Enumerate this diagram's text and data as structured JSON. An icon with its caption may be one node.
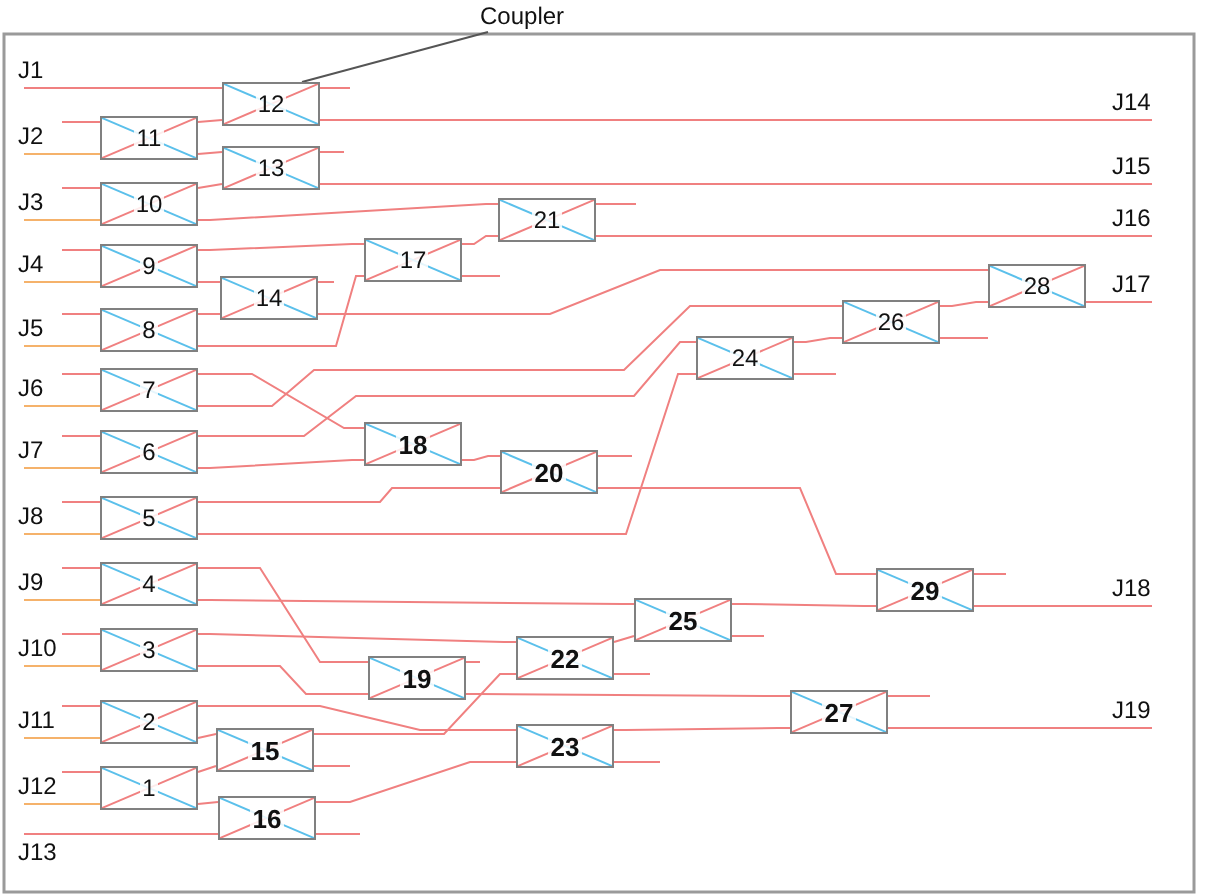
{
  "diagram": {
    "nodes": [
      {
        "text": [
          "Coupler"
        ]
      },
      {
        "text": [
          "J1"
        ]
      },
      {
        "text": [
          "J2"
        ]
      },
      {
        "text": [
          "J3"
        ]
      },
      {
        "text": [
          "J4"
        ]
      },
      {
        "text": [
          "J5"
        ]
      },
      {
        "text": [
          "J6"
        ]
      },
      {
        "text": [
          "J7"
        ]
      },
      {
        "text": [
          "J8"
        ]
      },
      {
        "text": [
          "J9"
        ]
      },
      {
        "text": [
          "J10"
        ]
      },
      {
        "text": [
          "J11"
        ]
      },
      {
        "text": [
          "J12"
        ]
      },
      {
        "text": [
          "J13"
        ]
      },
      {
        "text": [
          "1"
        ]
      },
      {
        "text": [
          "2"
        ]
      },
      {
        "text": [
          "3"
        ]
      },
      {
        "text": [
          "4"
        ]
      },
      {
        "text": [
          "5"
        ]
      },
      {
        "text": [
          "6"
        ]
      },
      {
        "text": [
          "7"
        ]
      },
      {
        "text": [
          "8"
        ]
      },
      {
        "text": [
          "9"
        ]
      },
      {
        "text": [
          "10"
        ]
      },
      {
        "text": [
          "11"
        ]
      },
      {
        "text": [
          "12"
        ]
      },
      {
        "text": [
          "13"
        ]
      },
      {
        "text": [
          "14"
        ]
      },
      {
        "text": [
          "15"
        ]
      },
      {
        "text": [
          "16"
        ]
      },
      {
        "text": [
          "17"
        ]
      },
      {
        "text": [
          "18"
        ]
      },
      {
        "text": [
          "19"
        ]
      },
      {
        "text": [
          "20"
        ]
      },
      {
        "text": [
          "21"
        ]
      },
      {
        "text": [
          "22"
        ]
      },
      {
        "text": [
          "23"
        ]
      },
      {
        "text": [
          "24"
        ]
      },
      {
        "text": [
          "25"
        ]
      },
      {
        "text": [
          "26"
        ]
      },
      {
        "text": [
          "27"
        ]
      },
      {
        "text": [
          "28"
        ]
      },
      {
        "text": [
          "29"
        ]
      },
      {
        "text": [
          "J14"
        ]
      },
      {
        "text": [
          "J15"
        ]
      },
      {
        "text": [
          "J16"
        ]
      },
      {
        "text": [
          "J17"
        ]
      },
      {
        "text": [
          "J18"
        ]
      },
      {
        "text": [
          "J19"
        ]
      }
    ],
    "edges": [
      {
        "from": 0,
        "to": 25,
        "arrow": "none",
        "color": "#555555"
      },
      {
        "from": 1,
        "to": 25,
        "arrow": "none"
      },
      {
        "from": 2,
        "to": 24,
        "arrow": "none"
      },
      {
        "from": 2,
        "to": 24,
        "arrow": "none",
        "color": "#f5b26b"
      },
      {
        "from": 24,
        "to": 25,
        "arrow": "none"
      },
      {
        "from": 24,
        "to": 26,
        "arrow": "none"
      },
      {
        "from": 25,
        "to": 43,
        "arrow": "none"
      },
      {
        "from": 25,
        "to": null,
        "arrow": "none"
      },
      {
        "from": 3,
        "to": 23,
        "arrow": "none"
      },
      {
        "from": 3,
        "to": 23,
        "arrow": "none",
        "color": "#f5b26b"
      },
      {
        "from": 23,
        "to": 26,
        "arrow": "none"
      },
      {
        "from": 23,
        "to": 34,
        "arrow": "none"
      },
      {
        "from": 26,
        "to": null,
        "arrow": "none"
      },
      {
        "from": 26,
        "to": 44,
        "arrow": "none"
      },
      {
        "from": 34,
        "to": null,
        "arrow": "none"
      },
      {
        "from": 34,
        "to": 45,
        "arrow": "none"
      },
      {
        "from": 4,
        "to": 22,
        "arrow": "none"
      },
      {
        "from": 4,
        "to": 22,
        "arrow": "none",
        "color": "#f5b26b"
      },
      {
        "from": 22,
        "to": 30,
        "arrow": "none"
      },
      {
        "from": 22,
        "to": 27,
        "arrow": "none"
      },
      {
        "from": 30,
        "to": 34,
        "arrow": "none"
      },
      {
        "from": 30,
        "to": null,
        "arrow": "none"
      },
      {
        "from": 5,
        "to": 21,
        "arrow": "none"
      },
      {
        "from": 5,
        "to": 21,
        "arrow": "none",
        "color": "#f5b26b"
      },
      {
        "from": 21,
        "to": 27,
        "arrow": "none"
      },
      {
        "from": 21,
        "to": 30,
        "arrow": "none"
      },
      {
        "from": 27,
        "to": null,
        "arrow": "none"
      },
      {
        "from": 27,
        "to": 41,
        "arrow": "none"
      },
      {
        "from": 41,
        "to": null,
        "arrow": "none"
      },
      {
        "from": 41,
        "to": 46,
        "arrow": "none"
      },
      {
        "from": 6,
        "to": 20,
        "arrow": "none"
      },
      {
        "from": 6,
        "to": 20,
        "arrow": "none",
        "color": "#f5b26b"
      },
      {
        "from": 20,
        "to": 31,
        "arrow": "none"
      },
      {
        "from": 20,
        "to": 39,
        "arrow": "none"
      },
      {
        "from": 7,
        "to": 19,
        "arrow": "none"
      },
      {
        "from": 7,
        "to": 19,
        "arrow": "none",
        "color": "#f5b26b"
      },
      {
        "from": 19,
        "to": 37,
        "arrow": "none"
      },
      {
        "from": 19,
        "to": 31,
        "arrow": "none"
      },
      {
        "from": 31,
        "to": 33,
        "arrow": "none"
      },
      {
        "from": 8,
        "to": 18,
        "arrow": "none"
      },
      {
        "from": 8,
        "to": 18,
        "arrow": "none",
        "color": "#f5b26b"
      },
      {
        "from": 18,
        "to": 33,
        "arrow": "none"
      },
      {
        "from": 18,
        "to": 37,
        "arrow": "none"
      },
      {
        "from": 33,
        "to": null,
        "arrow": "none"
      },
      {
        "from": 33,
        "to": 42,
        "arrow": "none"
      },
      {
        "from": 37,
        "to": 39,
        "arrow": "none"
      },
      {
        "from": 37,
        "to": null,
        "arrow": "none"
      },
      {
        "from": 39,
        "to": 41,
        "arrow": "none"
      },
      {
        "from": 39,
        "to": null,
        "arrow": "none"
      },
      {
        "from": 9,
        "to": 17,
        "arrow": "none"
      },
      {
        "from": 9,
        "to": 17,
        "arrow": "none",
        "color": "#f5b26b"
      },
      {
        "from": 17,
        "to": 32,
        "arrow": "none"
      },
      {
        "from": 17,
        "to": 38,
        "arrow": "none"
      },
      {
        "from": 38,
        "to": 42,
        "arrow": "none"
      },
      {
        "from": 38,
        "to": null,
        "arrow": "none"
      },
      {
        "from": 42,
        "to": null,
        "arrow": "none"
      },
      {
        "from": 42,
        "to": 47,
        "arrow": "none"
      },
      {
        "from": 10,
        "to": 16,
        "arrow": "none"
      },
      {
        "from": 10,
        "to": 16,
        "arrow": "none",
        "color": "#f5b26b"
      },
      {
        "from": 16,
        "to": 35,
        "arrow": "none"
      },
      {
        "from": 16,
        "to": 32,
        "arrow": "none"
      },
      {
        "from": 32,
        "to": null,
        "arrow": "none"
      },
      {
        "from": 32,
        "to": 40,
        "arrow": "none"
      },
      {
        "from": 35,
        "to": 38,
        "arrow": "none"
      },
      {
        "from": 35,
        "to": null,
        "arrow": "none"
      },
      {
        "from": 11,
        "to": 15,
        "arrow": "none"
      },
      {
        "from": 11,
        "to": 15,
        "arrow": "none",
        "color": "#f5b26b"
      },
      {
        "from": 15,
        "to": 36,
        "arrow": "none"
      },
      {
        "from": 15,
        "to": 28,
        "arrow": "none"
      },
      {
        "from": 28,
        "to": 35,
        "arrow": "none"
      },
      {
        "from": 28,
        "to": null,
        "arrow": "none"
      },
      {
        "from": 12,
        "to": 14,
        "arrow": "none"
      },
      {
        "from": 12,
        "to": 14,
        "arrow": "none",
        "color": "#f5b26b"
      },
      {
        "from": 14,
        "to": 28,
        "arrow": "none"
      },
      {
        "from": 14,
        "to": 29,
        "arrow": "none"
      },
      {
        "from": 13,
        "to": 29,
        "arrow": "none"
      },
      {
        "from": 29,
        "to": 36,
        "arrow": "none"
      },
      {
        "from": 29,
        "to": null,
        "arrow": "none"
      },
      {
        "from": 36,
        "to": 40,
        "arrow": "none"
      },
      {
        "from": 36,
        "to": null,
        "arrow": "none"
      },
      {
        "from": 40,
        "to": null,
        "arrow": "none"
      },
      {
        "from": 40,
        "to": 48,
        "arrow": "none"
      }
    ]
  }
}
